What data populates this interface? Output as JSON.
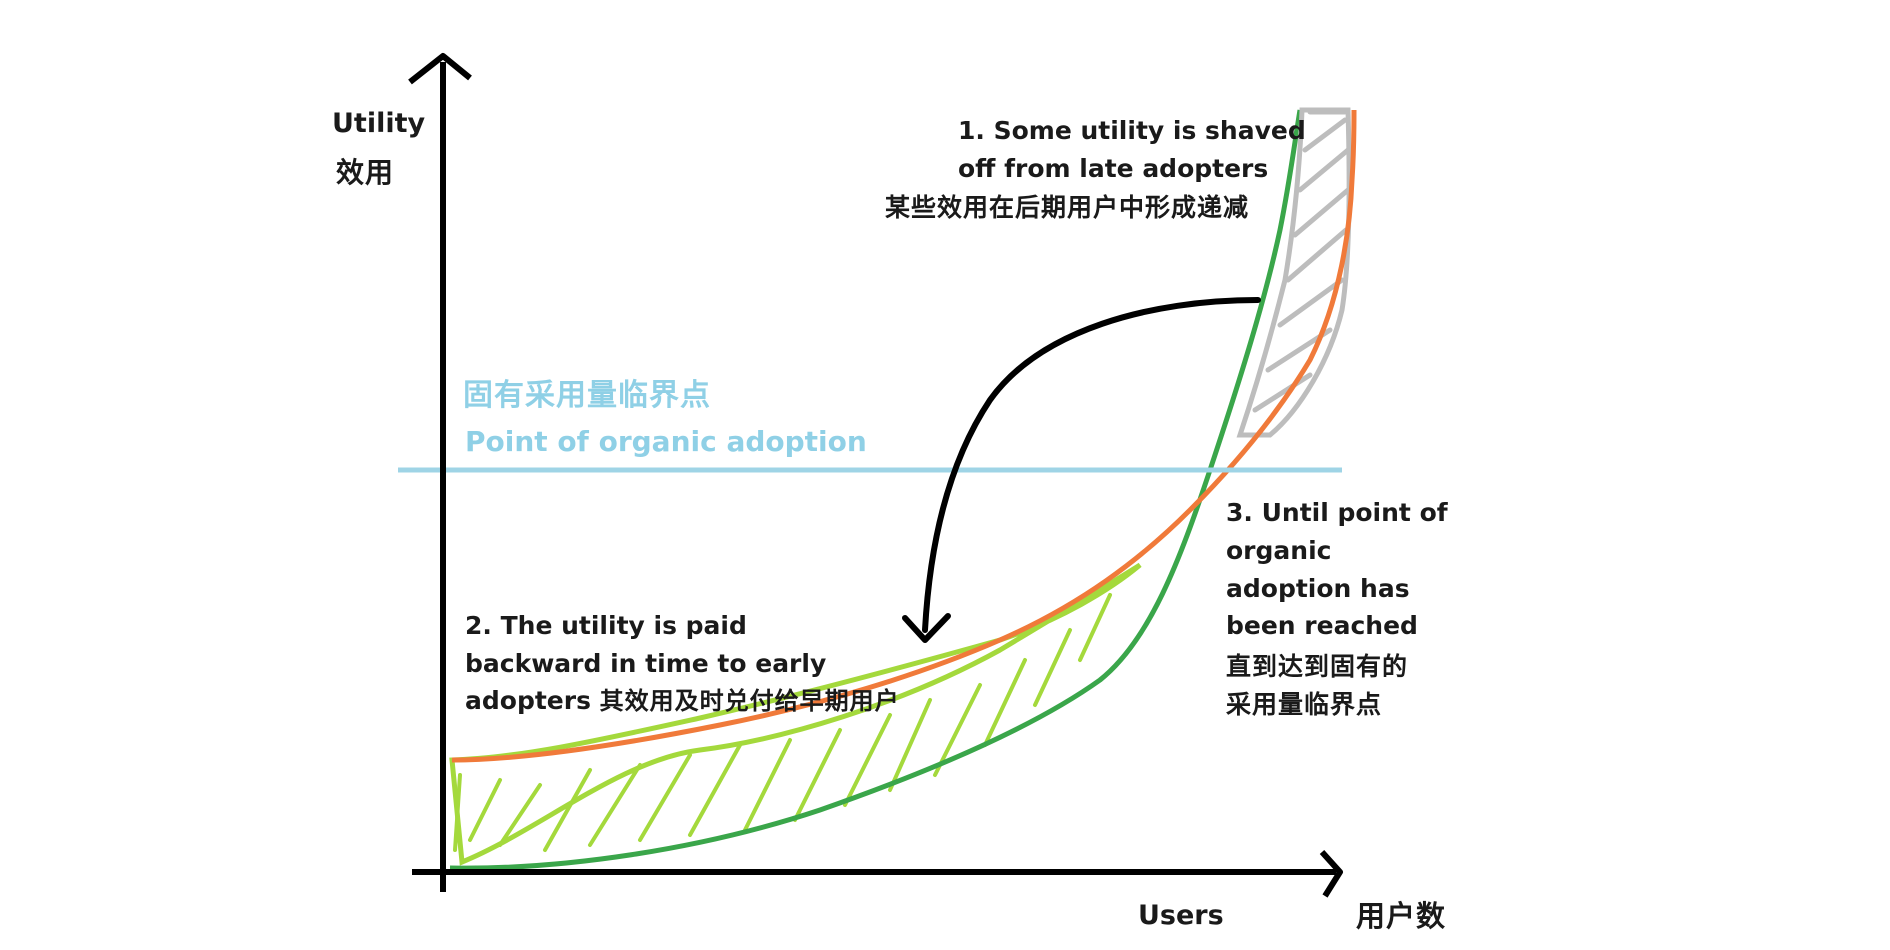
{
  "colors": {
    "axis": "#000000",
    "organic_line": "#9fd4e6",
    "utility_curve": "#f07a3a",
    "adoption_curve": "#3aa64a",
    "early_payment_region": "#a4d93c",
    "shaved_region": "#bdbdbd",
    "transfer_arrow": "#000000"
  },
  "axes": {
    "y_label_en": "Utility",
    "y_label_cn": "效用",
    "x_label_en": "Users",
    "x_label_cn": "用户数"
  },
  "organic_point": {
    "cn": "固有采用量临界点",
    "en": "Point of organic adoption"
  },
  "notes": {
    "note1": {
      "line1": "1. Some utility is shaved",
      "line2": "off from late adopters",
      "cn": "某些效用在后期用户中形成递减"
    },
    "note2": {
      "line1": "2. The utility is paid",
      "line2": "backward in time to early",
      "line3_en": "adopters",
      "line3_cn": "其效用及时兑付给早期用户"
    },
    "note3": {
      "line1": "3. Until point of",
      "line2": "organic",
      "line3": "adoption has",
      "line4": "been reached",
      "cn1": "直到达到固有的",
      "cn2": "采用量临界点"
    }
  },
  "icons": [
    "arrow-up-icon",
    "arrow-right-icon",
    "curved-arrow-icon"
  ]
}
